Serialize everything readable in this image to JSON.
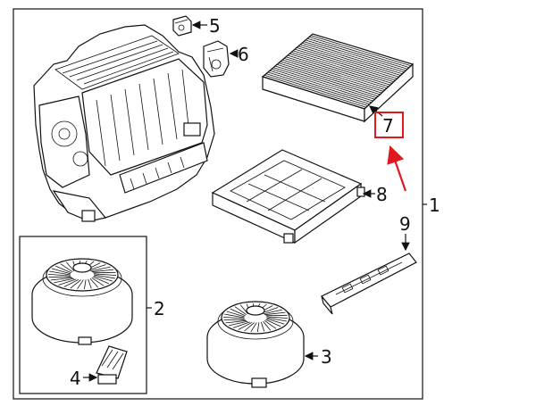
{
  "callouts": {
    "c1": "1",
    "c2": "2",
    "c3": "3",
    "c4": "4",
    "c5": "5",
    "c6": "6",
    "c7": "7",
    "c8": "8",
    "c9": "9"
  },
  "colors": {
    "highlight": "#e0191f",
    "ink": "#111111",
    "background": "#ffffff"
  }
}
